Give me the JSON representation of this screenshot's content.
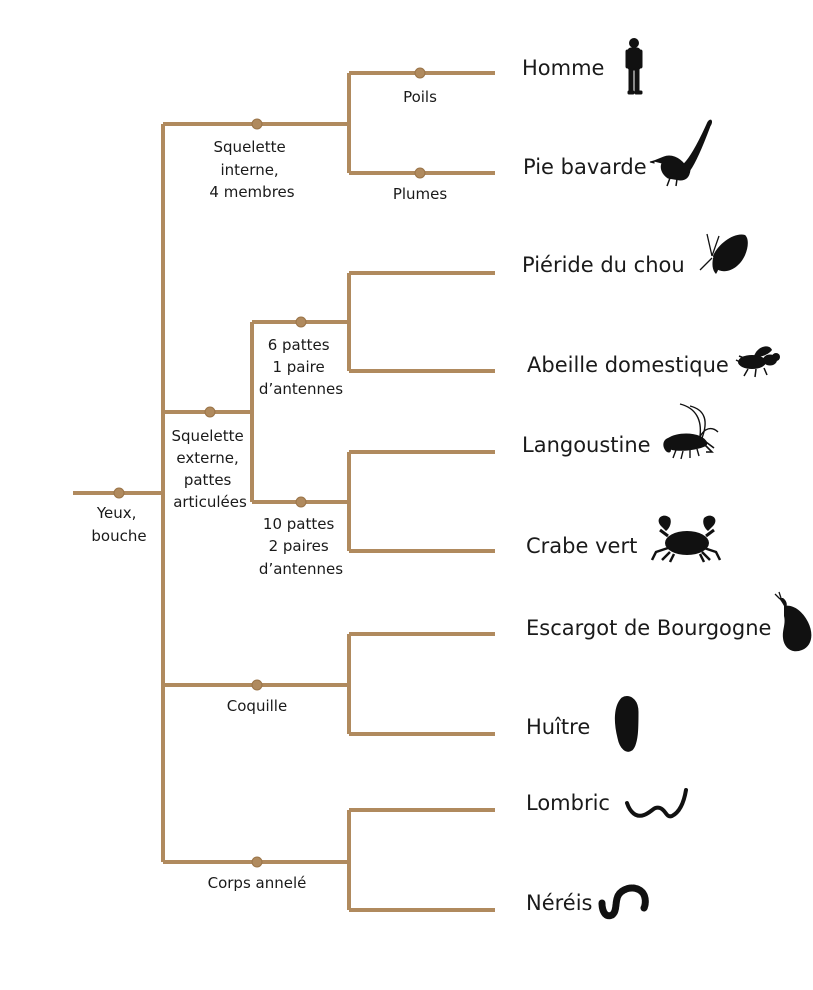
{
  "traits": {
    "root": [
      "Yeux,",
      "bouche"
    ],
    "vertebrates": [
      "Squelette",
      "interne,",
      "4 membres"
    ],
    "hair": [
      "Poils"
    ],
    "feathers": [
      "Plumes"
    ],
    "arthropods": [
      "Squelette",
      "externe,",
      "pattes",
      "articulées"
    ],
    "insects": [
      "6 pattes",
      "1 paire",
      "d’antennes"
    ],
    "crustaceans": [
      "10 pattes",
      "2 paires",
      "d’antennes"
    ],
    "molluscs": [
      "Coquille"
    ],
    "annelids": [
      "Corps annelé"
    ]
  },
  "species": [
    {
      "name": "Homme",
      "icon": "human-silhouette-icon"
    },
    {
      "name": "Pie bavarde",
      "icon": "magpie-silhouette-icon"
    },
    {
      "name": "Piéride du chou",
      "icon": "butterfly-silhouette-icon"
    },
    {
      "name": "Abeille domestique",
      "icon": "bee-silhouette-icon"
    },
    {
      "name": "Langoustine",
      "icon": "langoustine-silhouette-icon"
    },
    {
      "name": "Crabe vert",
      "icon": "crab-silhouette-icon"
    },
    {
      "name": "Escargot de Bourgogne",
      "icon": "snail-silhouette-icon"
    },
    {
      "name": "Huître",
      "icon": "oyster-silhouette-icon"
    },
    {
      "name": "Lombric",
      "icon": "earthworm-silhouette-icon"
    },
    {
      "name": "Néréis",
      "icon": "nereis-silhouette-icon"
    }
  ],
  "colors": {
    "branch": "#b08a5e",
    "text": "#1a1a1a",
    "silhouette": "#111111"
  }
}
